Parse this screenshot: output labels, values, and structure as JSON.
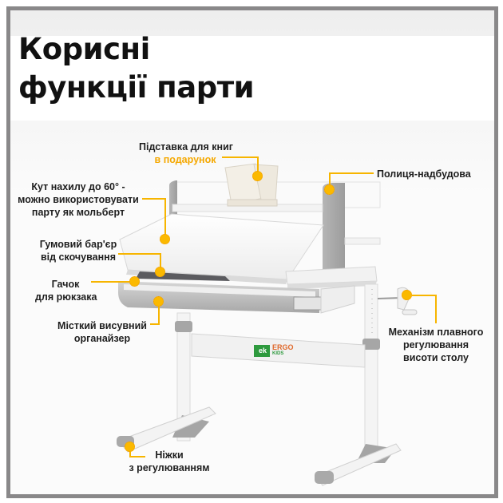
{
  "title": {
    "line1": "Корисні",
    "line2": "функції парти"
  },
  "callouts": {
    "book_stand": {
      "line1": "Підставка для книг",
      "line2": "в подарунок"
    },
    "shelf": {
      "line1": "Полиця-надбудова"
    },
    "tilt": {
      "line1": "Кут нахилу до 60° -",
      "line2": "можно використовувати",
      "line3": "парту як мольберт"
    },
    "rubber_barrier": {
      "line1": "Гумовий бар'єр",
      "line2": "від скочування"
    },
    "hook": {
      "line1": "Гачок",
      "line2": "для рюкзака"
    },
    "drawer": {
      "line1": "Місткий висувний",
      "line2": "органайзер"
    },
    "height_mechanism": {
      "line1": "Механізм плавного",
      "line2": "регулювання",
      "line3": "висоти столу"
    },
    "legs": {
      "line1": "Ніжки",
      "line2": "з регулюванням"
    }
  },
  "brand": {
    "logo_mark": "ek",
    "name_top": "ERGO",
    "name_bottom": "KIDS"
  },
  "colors": {
    "accent": "#f7b500",
    "frame": "#898889",
    "desk_gray": "#a9a9a9",
    "desk_white": "#f4f4f4",
    "logo_green": "#2e9a3e",
    "logo_orange": "#e0682a"
  }
}
